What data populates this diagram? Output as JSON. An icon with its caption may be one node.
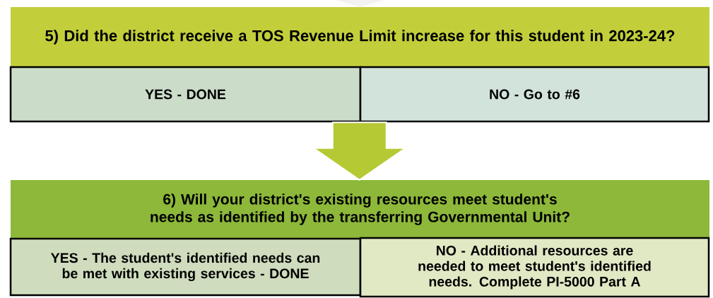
{
  "diagram": {
    "nodes": [
      {
        "text": [
          "5)  Did the district receive a TOS Revenue Limit increase for this student in 2023-24?"
        ]
      },
      {
        "text": [
          "YES - DONE"
        ]
      },
      {
        "text": [
          "NO - Go to #6"
        ]
      },
      {
        "text": [
          "6)  Will your district's existing resources meet student's needs as identified by the transferring Governmental Unit?"
        ]
      },
      {
        "text": [
          "YES - The student's identified needs can be met with existing services - DONE"
        ]
      },
      {
        "text": [
          "NO - Additional resources are needed to meet student's identified needs. Complete PI-5000 Part A"
        ]
      }
    ],
    "edges": [
      {
        "from": null,
        "to": 0,
        "arrow": "to"
      },
      {
        "from": 2,
        "to": 3,
        "arrow": "to",
        "style": "thick",
        "color": "#b5c934"
      }
    ]
  }
}
